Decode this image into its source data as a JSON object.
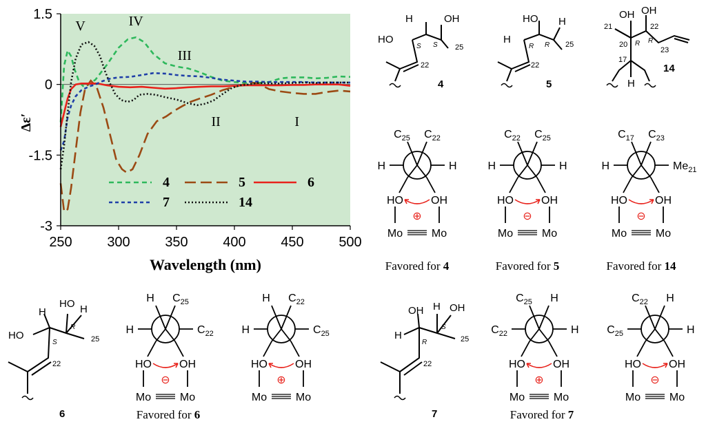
{
  "chart_data": {
    "type": "line",
    "title": "",
    "xlabel": "Wavelength (nm)",
    "ylabel": "Δε′",
    "xlim": [
      250,
      500
    ],
    "ylim": [
      -3,
      1.5
    ],
    "x_ticks": [
      "250",
      "300",
      "350",
      "400",
      "450",
      "500"
    ],
    "y_ticks": [
      "1.5",
      "0",
      "-1.5",
      "-3"
    ],
    "background_color": "#cfe8cf",
    "grid": false,
    "legend_placement": "bottom-center",
    "band_labels": [
      {
        "text": "V",
        "x": 267,
        "y": 1.15
      },
      {
        "text": "IV",
        "x": 315,
        "y": 1.25
      },
      {
        "text": "III",
        "x": 357,
        "y": 0.52
      },
      {
        "text": "II",
        "x": 384,
        "y": -0.88
      },
      {
        "text": "I",
        "x": 454,
        "y": -0.88
      }
    ],
    "series": [
      {
        "name": "4",
        "color": "#2eb85c",
        "dash": "7,5",
        "points": [
          [
            250,
            -0.8
          ],
          [
            253,
            0.4
          ],
          [
            256,
            0.72
          ],
          [
            259,
            0.6
          ],
          [
            262,
            0.32
          ],
          [
            266,
            0.05
          ],
          [
            270,
            -0.05
          ],
          [
            274,
            0.0
          ],
          [
            280,
            0.1
          ],
          [
            290,
            0.42
          ],
          [
            300,
            0.78
          ],
          [
            308,
            0.96
          ],
          [
            315,
            1.0
          ],
          [
            322,
            0.9
          ],
          [
            330,
            0.65
          ],
          [
            340,
            0.45
          ],
          [
            350,
            0.38
          ],
          [
            360,
            0.34
          ],
          [
            370,
            0.26
          ],
          [
            380,
            0.16
          ],
          [
            390,
            0.08
          ],
          [
            400,
            0.05
          ],
          [
            410,
            0.03
          ],
          [
            420,
            0.03
          ],
          [
            430,
            0.05
          ],
          [
            440,
            0.13
          ],
          [
            450,
            0.15
          ],
          [
            460,
            0.15
          ],
          [
            470,
            0.13
          ],
          [
            480,
            0.14
          ],
          [
            490,
            0.17
          ],
          [
            500,
            0.16
          ]
        ]
      },
      {
        "name": "5",
        "color": "#9b4a14",
        "dash": "16,7",
        "points": [
          [
            250,
            -2.1
          ],
          [
            253,
            -2.7
          ],
          [
            256,
            -2.65
          ],
          [
            259,
            -2.2
          ],
          [
            263,
            -1.4
          ],
          [
            267,
            -0.6
          ],
          [
            271,
            -0.1
          ],
          [
            276,
            0.08
          ],
          [
            281,
            -0.05
          ],
          [
            287,
            -0.5
          ],
          [
            293,
            -1.1
          ],
          [
            298,
            -1.6
          ],
          [
            303,
            -1.8
          ],
          [
            307,
            -1.87
          ],
          [
            312,
            -1.8
          ],
          [
            318,
            -1.5
          ],
          [
            325,
            -1.05
          ],
          [
            333,
            -0.78
          ],
          [
            341,
            -0.68
          ],
          [
            348,
            -0.56
          ],
          [
            355,
            -0.46
          ],
          [
            362,
            -0.37
          ],
          [
            370,
            -0.3
          ],
          [
            380,
            -0.22
          ],
          [
            390,
            -0.12
          ],
          [
            400,
            -0.05
          ],
          [
            410,
            0.01
          ],
          [
            415,
            0.04
          ],
          [
            420,
            0.02
          ],
          [
            425,
            -0.04
          ],
          [
            430,
            -0.1
          ],
          [
            440,
            -0.15
          ],
          [
            450,
            -0.18
          ],
          [
            460,
            -0.2
          ],
          [
            470,
            -0.2
          ],
          [
            480,
            -0.16
          ],
          [
            490,
            -0.13
          ],
          [
            500,
            -0.15
          ]
        ]
      },
      {
        "name": "6",
        "color": "#e8221b",
        "dash": "none",
        "points": [
          [
            250,
            -0.9
          ],
          [
            253,
            -0.6
          ],
          [
            256,
            -0.3
          ],
          [
            259,
            -0.1
          ],
          [
            263,
            0.0
          ],
          [
            268,
            0.02
          ],
          [
            275,
            0.02
          ],
          [
            282,
            0.02
          ],
          [
            290,
            -0.02
          ],
          [
            300,
            -0.05
          ],
          [
            310,
            -0.06
          ],
          [
            320,
            -0.05
          ],
          [
            330,
            -0.07
          ],
          [
            340,
            -0.09
          ],
          [
            350,
            -0.08
          ],
          [
            360,
            -0.06
          ],
          [
            370,
            -0.05
          ],
          [
            380,
            -0.04
          ],
          [
            390,
            -0.04
          ],
          [
            400,
            -0.03
          ],
          [
            410,
            -0.02
          ],
          [
            420,
            -0.02
          ],
          [
            430,
            -0.02
          ],
          [
            440,
            -0.02
          ],
          [
            450,
            -0.01
          ],
          [
            460,
            -0.01
          ],
          [
            470,
            0.0
          ],
          [
            480,
            0.0
          ],
          [
            490,
            0.0
          ],
          [
            500,
            -0.03
          ]
        ]
      },
      {
        "name": "7",
        "color": "#1f3fa8",
        "dash": "5,4",
        "points": [
          [
            250,
            -1.4
          ],
          [
            253,
            -1.2
          ],
          [
            256,
            -0.7
          ],
          [
            259,
            -0.45
          ],
          [
            263,
            -0.25
          ],
          [
            268,
            -0.12
          ],
          [
            275,
            -0.04
          ],
          [
            280,
            0.0
          ],
          [
            285,
            0.06
          ],
          [
            292,
            0.12
          ],
          [
            300,
            0.15
          ],
          [
            310,
            0.16
          ],
          [
            320,
            0.2
          ],
          [
            330,
            0.24
          ],
          [
            340,
            0.23
          ],
          [
            350,
            0.2
          ],
          [
            360,
            0.18
          ],
          [
            370,
            0.17
          ],
          [
            380,
            0.14
          ],
          [
            390,
            0.1
          ],
          [
            400,
            0.08
          ],
          [
            410,
            0.06
          ],
          [
            420,
            0.06
          ],
          [
            430,
            0.05
          ],
          [
            440,
            0.05
          ],
          [
            450,
            0.05
          ],
          [
            460,
            0.05
          ],
          [
            470,
            0.04
          ],
          [
            480,
            0.04
          ],
          [
            490,
            0.04
          ],
          [
            500,
            0.04
          ]
        ]
      },
      {
        "name": "14",
        "color": "#111111",
        "dash": "2,3",
        "points": [
          [
            250,
            -1.8
          ],
          [
            253,
            -1.3
          ],
          [
            256,
            -0.6
          ],
          [
            259,
            0.05
          ],
          [
            263,
            0.55
          ],
          [
            268,
            0.85
          ],
          [
            274,
            0.9
          ],
          [
            279,
            0.82
          ],
          [
            284,
            0.6
          ],
          [
            288,
            0.3
          ],
          [
            292,
            0.05
          ],
          [
            297,
            -0.2
          ],
          [
            302,
            -0.33
          ],
          [
            308,
            -0.37
          ],
          [
            313,
            -0.33
          ],
          [
            318,
            -0.22
          ],
          [
            325,
            -0.2
          ],
          [
            332,
            -0.22
          ],
          [
            340,
            -0.27
          ],
          [
            350,
            -0.32
          ],
          [
            360,
            -0.4
          ],
          [
            368,
            -0.44
          ],
          [
            375,
            -0.41
          ],
          [
            382,
            -0.34
          ],
          [
            390,
            -0.2
          ],
          [
            398,
            -0.07
          ],
          [
            405,
            -0.02
          ],
          [
            412,
            0.0
          ],
          [
            420,
            0.03
          ],
          [
            430,
            0.02
          ],
          [
            440,
            0.02
          ],
          [
            450,
            0.03
          ],
          [
            460,
            0.04
          ],
          [
            470,
            0.03
          ],
          [
            480,
            0.04
          ],
          [
            490,
            0.04
          ],
          [
            500,
            0.04
          ]
        ]
      }
    ]
  },
  "structures": {
    "upper": [
      {
        "compound": "4",
        "c1_label": "S",
        "c2_label": "S",
        "c22": "22",
        "c25": "25"
      },
      {
        "compound": "5",
        "c1_label": "R",
        "c2_label": "R",
        "c22": "22",
        "c25": "25"
      },
      {
        "compound": "14",
        "c1_label": "R",
        "c2_label": "R",
        "c20": "20",
        "c21": "21",
        "c22": "22",
        "c23": "23",
        "c17": "17"
      }
    ],
    "lower": [
      {
        "compound": "6",
        "c1_label": "S",
        "c2_label": "R",
        "c22": "22",
        "c25": "25"
      },
      {
        "compound": "7",
        "c1_label": "R",
        "c2_label": "S",
        "c22": "22",
        "c25": "25"
      }
    ],
    "oh": "OH",
    "ho": "HO",
    "h": "H",
    "o": "O"
  },
  "newman": [
    {
      "id": "n4",
      "top_left": "C25",
      "top_right": "C22",
      "left": "H",
      "right": "H",
      "sign": "⊕",
      "caption_prefix": "Favored for ",
      "caption_compound": "4"
    },
    {
      "id": "n5",
      "top_left": "C22",
      "top_right": "C25",
      "left": "H",
      "right": "H",
      "sign": "⊖",
      "caption_prefix": "Favored for ",
      "caption_compound": "5"
    },
    {
      "id": "n14",
      "top_left": "C17",
      "top_right": "C23",
      "left": "H",
      "right": "Me21",
      "sign": "⊖",
      "caption_prefix": "Favored for ",
      "caption_compound": "14"
    },
    {
      "id": "n6a",
      "top_left": "H",
      "top_right": "C25",
      "left": "H",
      "right": "C22",
      "sign": "⊖",
      "caption_prefix": "Favored for ",
      "caption_compound": "6"
    },
    {
      "id": "n6b",
      "top_left": "H",
      "top_right": "C22",
      "left": "H",
      "right": "C25",
      "sign": "⊕",
      "caption_prefix": "",
      "caption_compound": ""
    },
    {
      "id": "n7a",
      "top_left": "C25",
      "top_right": "H",
      "left": "C22",
      "right": "H",
      "sign": "⊕",
      "caption_prefix": "Favored for ",
      "caption_compound": "7"
    },
    {
      "id": "n7b",
      "top_left": "C22",
      "top_right": "H",
      "left": "C25",
      "right": "H",
      "sign": "⊖",
      "caption_prefix": "",
      "caption_compound": ""
    }
  ],
  "newman_common": {
    "ho": "HO",
    "oh": "OH",
    "mo_left": "Mo",
    "mo_right": "Mo"
  },
  "colors": {
    "sign": "#e8221b",
    "arrow": "#e8221b",
    "plot_bg": "#cfe8cf"
  }
}
